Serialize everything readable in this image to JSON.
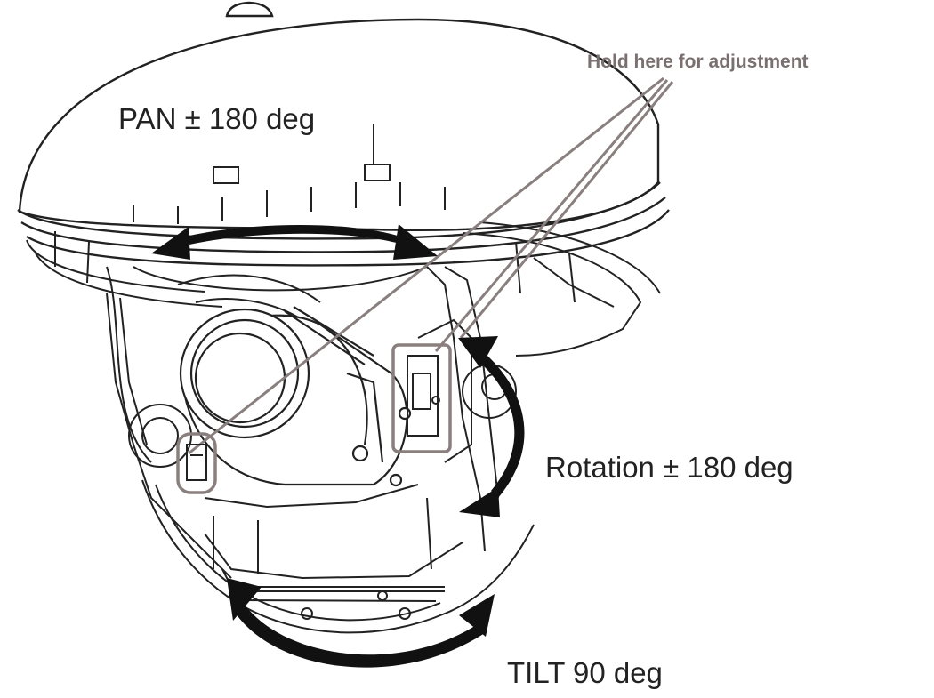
{
  "diagram": {
    "labels": {
      "callout": "Hold here for adjustment",
      "pan": "PAN ± 180 deg",
      "rotation": "Rotation ± 180 deg",
      "tilt": "TILT 90 deg"
    },
    "colors": {
      "line_art": "#222222",
      "arrows": "#111111",
      "callout_lines": "#8a7f7f",
      "callout_text": "#7a7070",
      "label_text": "#222222",
      "background": "#ffffff"
    }
  }
}
